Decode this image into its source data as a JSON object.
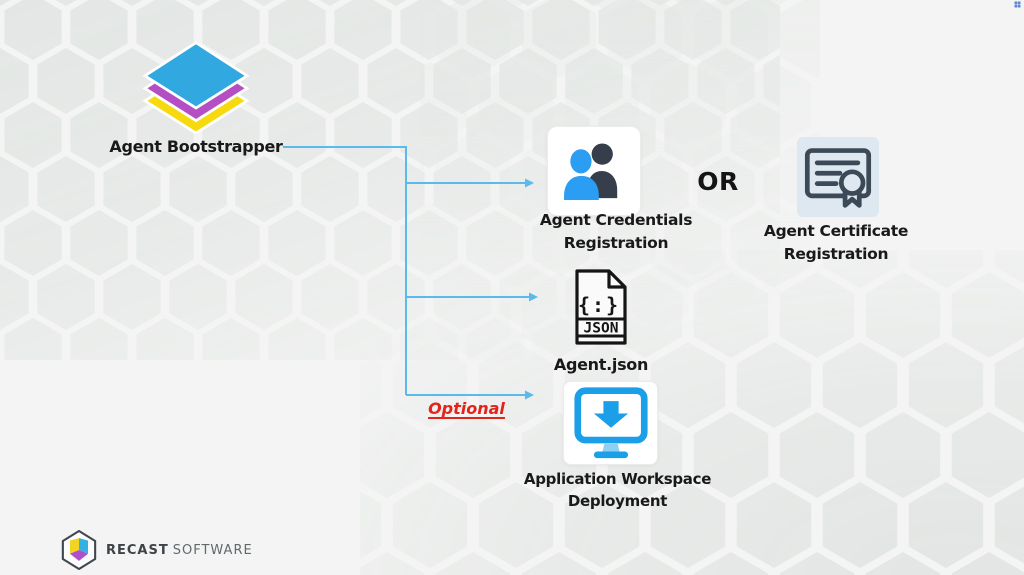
{
  "diagram": {
    "bootstrapper": {
      "label": "Agent Bootstrapper",
      "icon": "layer-stack-icon"
    },
    "credentials": {
      "line1": "Agent Credentials",
      "line2": "Registration",
      "icon": "two-users-icon"
    },
    "or_label": "OR",
    "certificate": {
      "line1": "Agent Certificate",
      "line2": "Registration",
      "icon": "certificate-ribbon-icon"
    },
    "json_file": {
      "label": "Agent.json",
      "glyph": "{:}",
      "badge": "JSON",
      "icon": "json-file-icon"
    },
    "optional": {
      "label": "Optional"
    },
    "workspace": {
      "line1": "Application Workspace",
      "line2": "Deployment",
      "icon": "monitor-download-icon"
    }
  },
  "branding": {
    "name_primary": "RECAST",
    "name_secondary": "SOFTWARE"
  },
  "colors": {
    "arrow_blue": "#5bb9ec",
    "person_blue": "#2b9df3",
    "person_dark": "#373e4b",
    "certificate_slate": "#3c4a57",
    "certificate_tile_bg": "#dee8f1",
    "monitor_blue": "#1b9fe8",
    "optional_red": "#e4231b",
    "layer_blue": "#31a8e0",
    "layer_magenta": "#b44ec4",
    "layer_yellow": "#f7d90f",
    "text_dark": "#191919"
  }
}
